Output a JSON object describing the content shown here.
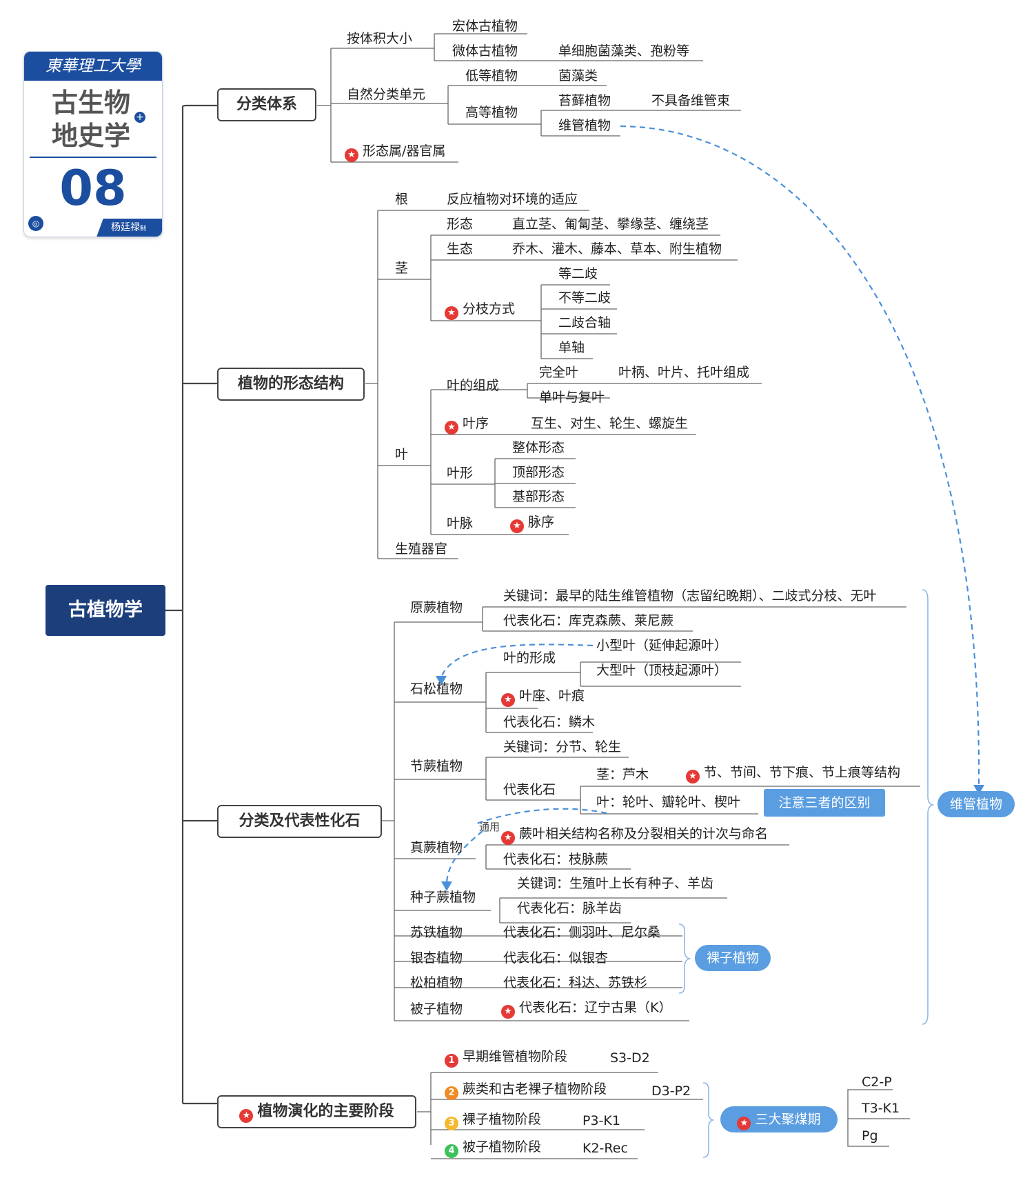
{
  "logo": {
    "university": "東華理工大學",
    "title_line1": "古生物",
    "title_line2": "地史学",
    "number": "08",
    "author": "杨廷禄",
    "author_suffix": "制"
  },
  "root": "古植物学",
  "b1": {
    "title": "分类体系",
    "size": "按体积大小",
    "macro": "宏体古植物",
    "micro": "微体古植物",
    "micro_note": "单细胞菌藻类、孢粉等",
    "natural": "自然分类单元",
    "lower": "低等植物",
    "lower_note": "菌藻类",
    "higher": "高等植物",
    "bryo": "苔藓植物",
    "bryo_note": "不具备维管束",
    "vascular": "维管植物",
    "form": "形态属/器官属"
  },
  "b2": {
    "title": "植物的形态结构",
    "root": "根",
    "root_note": "反应植物对环境的适应",
    "stem": "茎",
    "form": "形态",
    "form_note": "直立茎、匍匐茎、攀缘茎、缠绕茎",
    "eco": "生态",
    "eco_note": "乔木、灌木、藤本、草本、附生植物",
    "branch": "分枝方式",
    "br1": "等二歧",
    "br2": "不等二歧",
    "br3": "二歧合轴",
    "br4": "单轴",
    "leaf": "叶",
    "comp": "叶的组成",
    "comp_full": "完全叶",
    "comp_full_note": "叶柄、叶片、托叶组成",
    "comp_simple": "单叶与复叶",
    "phyllo": "叶序",
    "phyllo_note": "互生、对生、轮生、螺旋生",
    "shape": "叶形",
    "shape1": "整体形态",
    "shape2": "顶部形态",
    "shape3": "基部形态",
    "vein": "叶脉",
    "vein_note": "脉序",
    "repro": "生殖器官"
  },
  "b3": {
    "title": "分类及代表性化石",
    "psilo": "原蕨植物",
    "psilo_kw": "关键词：最早的陆生维管植物（志留纪晚期）、二歧式分枝、无叶",
    "psilo_rep": "代表化石：库克森蕨、莱尼蕨",
    "lyco": "石松植物",
    "lyco_leaf": "叶的形成",
    "micro_leaf": "小型叶（延伸起源叶）",
    "mega_leaf": "大型叶（顶枝起源叶）",
    "lyco_scar": "叶座、叶痕",
    "lyco_rep": "代表化石：鳞木",
    "sphen": "节蕨植物",
    "sphen_kw": "关键词：分节、轮生",
    "sphen_rep": "代表化石",
    "sphen_stem": "茎：芦木",
    "sphen_stem_note": "节、节间、节下痕、节上痕等结构",
    "sphen_leaf": "叶：轮叶、瓣轮叶、楔叶",
    "note_three": "注意三者的区别",
    "fern": "真蕨植物",
    "fern_note": "蕨叶相关结构名称及分裂相关的计次与命名",
    "fern_rep": "代表化石：枝脉蕨",
    "common": "通用",
    "seedfern": "种子蕨植物",
    "seedfern_kw": "关键词：生殖叶上长有种子、羊齿",
    "seedfern_rep": "代表化石：脉羊齿",
    "cycad": "苏铁植物",
    "cycad_rep": "代表化石：侧羽叶、尼尔桑",
    "ginkgo": "银杏植物",
    "ginkgo_rep": "代表化石：似银杏",
    "conifer": "松柏植物",
    "conifer_rep": "代表化石：科达、苏铁杉",
    "gymno": "裸子植物",
    "angio": "被子植物",
    "angio_rep": "代表化石：辽宁古果（K）",
    "vascular_tag": "维管植物"
  },
  "b4": {
    "title": "植物演化的主要阶段",
    "s1": "早期维管植物阶段",
    "s1_age": "S3-D2",
    "s2": "蕨类和古老裸子植物阶段",
    "s2_age": "D3-P2",
    "s3": "裸子植物阶段",
    "s3_age": "P3-K1",
    "s4": "被子植物阶段",
    "s4_age": "K2-Rec",
    "coal": "三大聚煤期",
    "c1": "C2-P",
    "c2": "T3-K1",
    "c3": "Pg"
  },
  "colors": {
    "root": "#1c3f7c",
    "accent": "#5a9de0",
    "star": "#e53935",
    "n1": "#e53935",
    "n2": "#f08a24",
    "n3": "#f5b82e",
    "n4": "#3cc25a",
    "line": "#555555"
  },
  "numbers": [
    "1",
    "2",
    "3",
    "4"
  ]
}
